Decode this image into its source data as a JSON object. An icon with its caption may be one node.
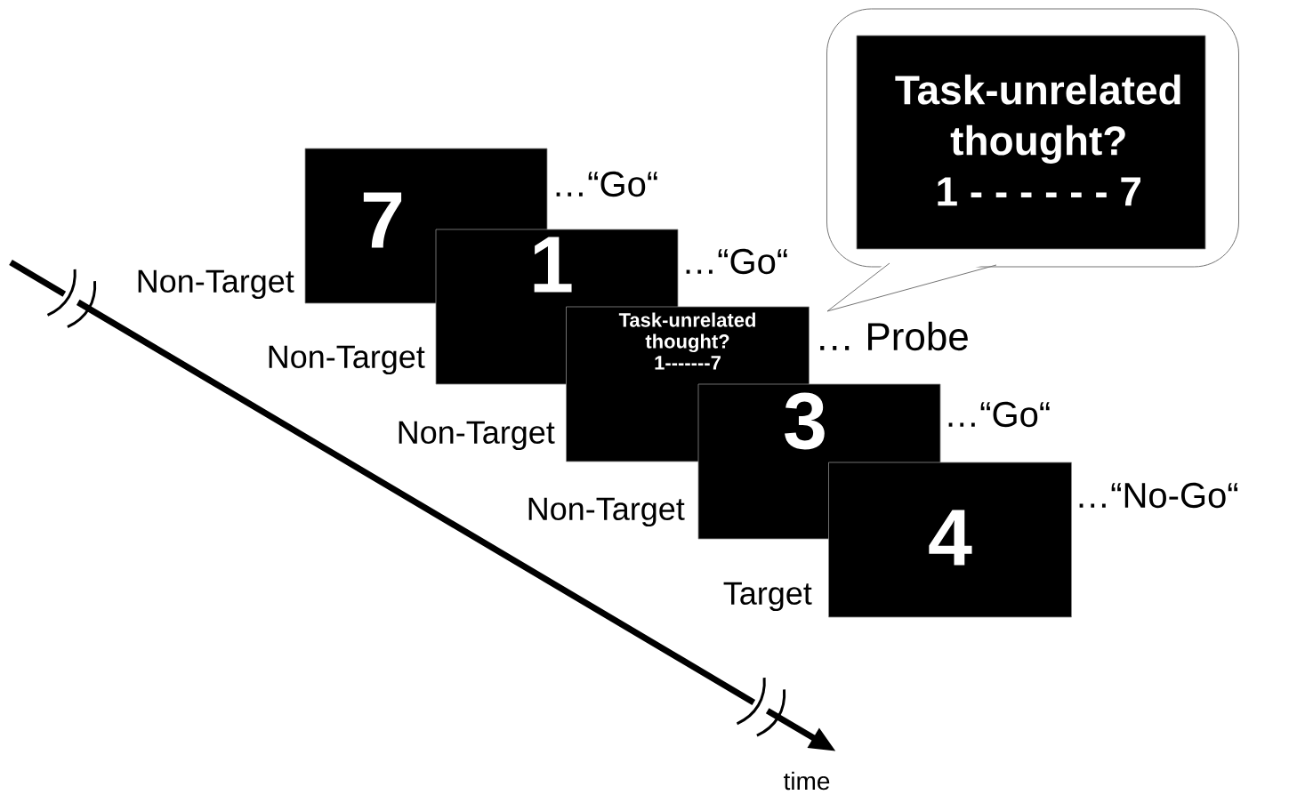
{
  "diagram": {
    "nodes": [
      {
        "text": [
          "7"
        ],
        "beside": [
          "…“Go“",
          "Non-Target"
        ]
      },
      {
        "text": [
          "1"
        ],
        "beside": [
          "…“Go“",
          "Non-Target"
        ]
      },
      {
        "text": [
          "Task-unrelated thought? 1-------7"
        ],
        "beside": [
          "… Probe",
          "Non-Target"
        ]
      },
      {
        "text": [
          "3"
        ],
        "beside": [
          "…“Go“",
          "Non-Target"
        ]
      },
      {
        "text": [
          "4"
        ],
        "beside": [
          "…“No-Go“",
          "Target"
        ]
      },
      {
        "text": [],
        "shape": "callout"
      },
      {
        "text": [
          "Task-unrelated thought? 1 - - - - - - 7"
        ],
        "in": 5
      }
    ],
    "labels": [
      "time"
    ]
  }
}
